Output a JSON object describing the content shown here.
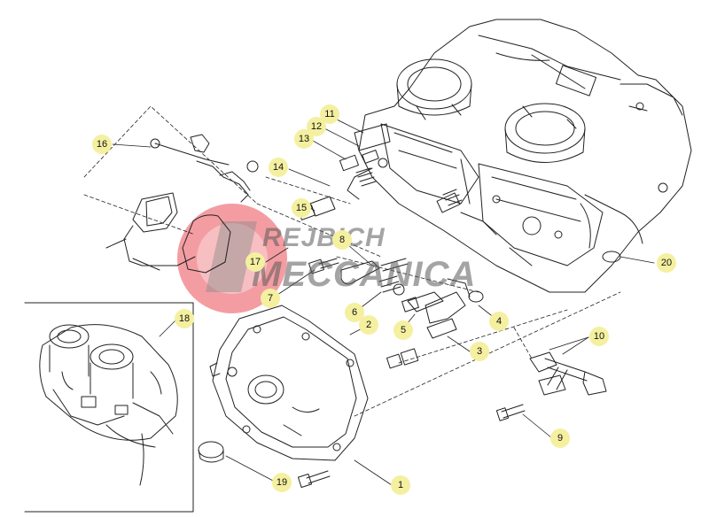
{
  "diagram": {
    "watermark": {
      "line1": "REJBICH",
      "line2": "MECCANICA"
    },
    "callouts": [
      {
        "id": "c1",
        "label": "1"
      },
      {
        "id": "c2",
        "label": "2"
      },
      {
        "id": "c3",
        "label": "3"
      },
      {
        "id": "c4",
        "label": "4"
      },
      {
        "id": "c5",
        "label": "5"
      },
      {
        "id": "c6",
        "label": "6"
      },
      {
        "id": "c7",
        "label": "7"
      },
      {
        "id": "c8",
        "label": "8"
      },
      {
        "id": "c9",
        "label": "9"
      },
      {
        "id": "c10",
        "label": "10"
      },
      {
        "id": "c11",
        "label": "11"
      },
      {
        "id": "c12",
        "label": "12"
      },
      {
        "id": "c13",
        "label": "13"
      },
      {
        "id": "c14",
        "label": "14"
      },
      {
        "id": "c15",
        "label": "15"
      },
      {
        "id": "c16",
        "label": "16"
      },
      {
        "id": "c17",
        "label": "17"
      },
      {
        "id": "c18",
        "label": "18"
      },
      {
        "id": "c19",
        "label": "19"
      },
      {
        "id": "c20",
        "label": "20"
      }
    ]
  }
}
